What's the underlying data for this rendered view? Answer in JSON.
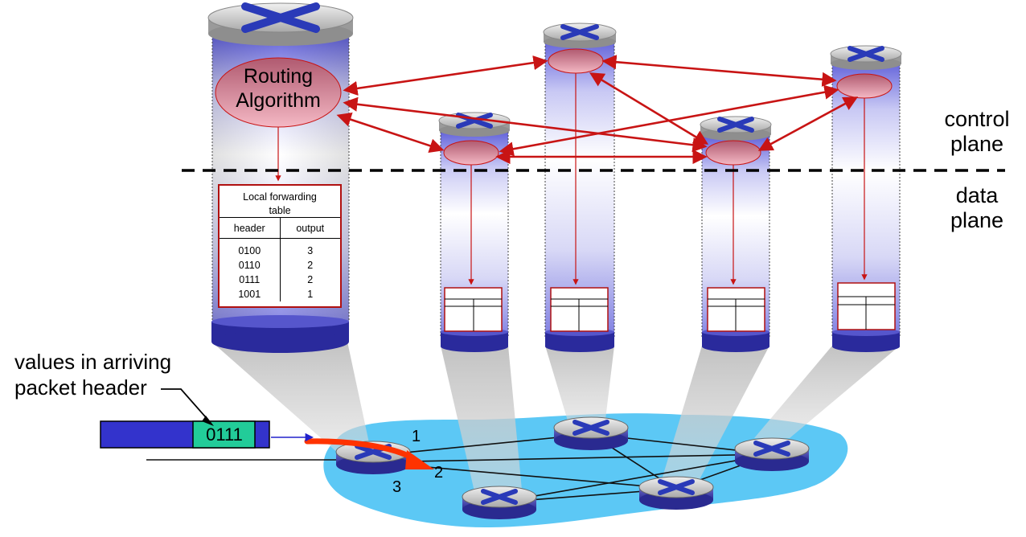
{
  "labels": {
    "control_plane": [
      "control",
      "plane"
    ],
    "data_plane": [
      "data",
      "plane"
    ],
    "routing_algorithm": [
      "Routing",
      "Algorithm"
    ],
    "packet_header_caption": [
      "values in arriving",
      "packet header"
    ],
    "packet_header_value": "0111",
    "ports": [
      "1",
      "2",
      "3"
    ]
  },
  "forwarding_table": {
    "title": [
      "Local forwarding",
      "table"
    ],
    "columns": [
      "header",
      "output"
    ],
    "rows": [
      {
        "header": "0100",
        "output": "3"
      },
      {
        "header": "0110",
        "output": "2"
      },
      {
        "header": "0111",
        "output": "2"
      },
      {
        "header": "1001",
        "output": "1"
      }
    ]
  },
  "colors": {
    "column_fill": "#8a8ae6",
    "column_base": "#2a2a9c",
    "control_arrow": "#c81414",
    "network_cloud": "#5cc8f5",
    "packet_body": "#3333cc",
    "packet_header_field": "#22cc99",
    "selected_path": "#ff3300"
  }
}
